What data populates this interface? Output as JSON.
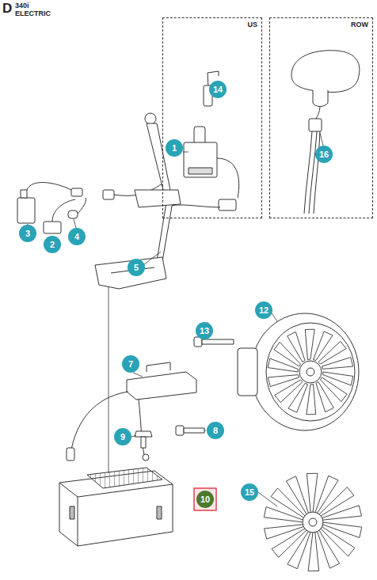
{
  "diagram": {
    "title": "340i ELECTRIC",
    "nodes": [
      {
        "text": [
          "US"
        ]
      },
      {
        "text": [
          "ROW"
        ]
      }
    ],
    "labels": [
      "D",
      "14",
      "1",
      "16",
      "3",
      "2",
      "4",
      "5",
      "12",
      "13",
      "7",
      "9",
      "8",
      "15",
      "10"
    ]
  }
}
